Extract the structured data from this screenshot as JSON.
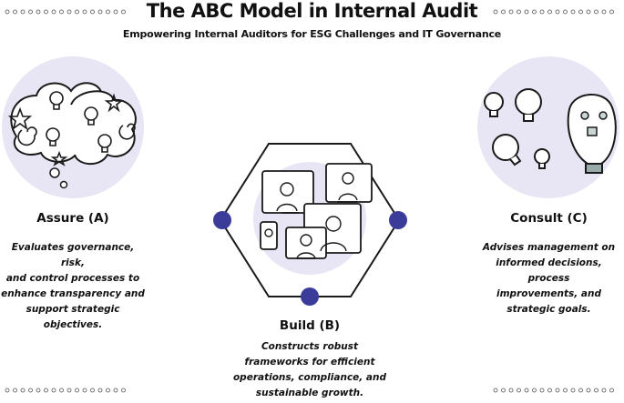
{
  "title": "The ABC Model in Internal Audit",
  "subtitle": "Empowering Internal Auditors for ESG Challenges and IT Governance",
  "colors": {
    "circle_fill": "#e8e6f4",
    "node_fill": "#3b3b9a",
    "ink": "#1a1a1a"
  },
  "sections": {
    "assure": {
      "heading": "Assure (A)",
      "desc_lines": [
        "Evaluates governance, risk,",
        "and control processes to",
        "enhance transparency and",
        "support strategic",
        "objectives."
      ],
      "icon": "thought-bubble-lightbulbs-icon"
    },
    "build": {
      "heading": "Build (B)",
      "desc_lines": [
        "Constructs robust",
        "frameworks for efficient",
        "operations, compliance, and",
        "sustainable growth."
      ],
      "icon": "video-conference-icon"
    },
    "consult": {
      "heading": "Consult (C)",
      "desc_lines": [
        "Advises management on",
        "informed decisions, process",
        "improvements, and",
        "strategic goals."
      ],
      "icon": "lightbulb-robot-icon"
    }
  }
}
